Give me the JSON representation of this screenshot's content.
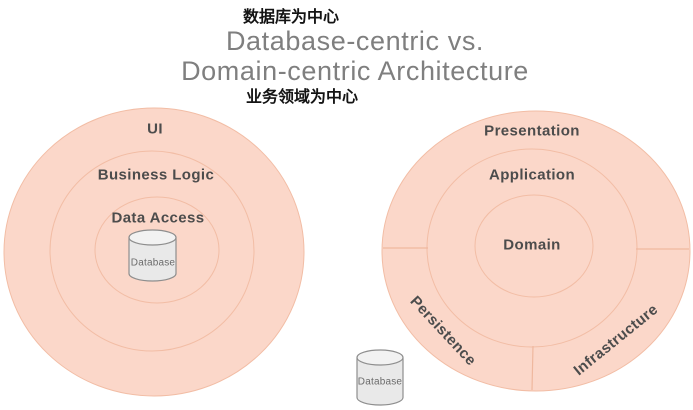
{
  "header": {
    "label_db_centric_cn": "数据库为中心",
    "title_line1": "Database-centric vs.",
    "title_line2": "Domain-centric Architecture",
    "label_domain_centric_cn": "业务领域为中心"
  },
  "left_diagram": {
    "name": "database-centric",
    "rings": [
      {
        "label": "UI"
      },
      {
        "label": "Business Logic"
      },
      {
        "label": "Data Access"
      }
    ],
    "database_label": "Database"
  },
  "right_diagram": {
    "name": "domain-centric",
    "rings": [
      {
        "label": "Presentation"
      },
      {
        "label": "Application"
      },
      {
        "label": "Domain"
      }
    ],
    "outer_segments": [
      {
        "label": "Persistence"
      },
      {
        "label": "Infrastructure"
      }
    ],
    "database_label": "Database"
  },
  "colors": {
    "circle_fill": "#fbd7c9",
    "circle_stroke": "#f2bda5",
    "label_text": "#4c4c4c",
    "title_text": "#7f7f7f",
    "chinese_text": "#141414",
    "cylinder_fill": "#e9e9e9",
    "cylinder_stroke": "#8e8e8e",
    "cylinder_text": "#6b6b6b"
  }
}
